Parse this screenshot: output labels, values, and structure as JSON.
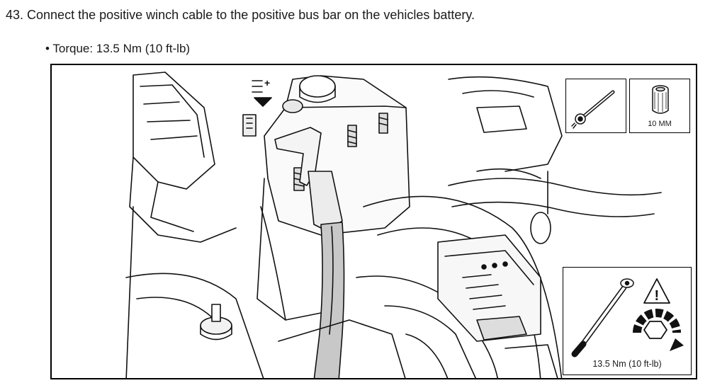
{
  "instruction": {
    "step_text": "43. Connect the positive winch cable to the positive bus bar on the vehicles battery."
  },
  "torque_bullet": {
    "text": "• Torque: 13.5 Nm (10 ft-lb)"
  },
  "figure": {
    "socket_size_label": "10 MM",
    "torque_label": "13.5 Nm (10 ft-lb)",
    "battery_plus_symbol": "+",
    "icons": [
      "ratchet-wrench-icon",
      "socket-icon",
      "torque-wrench-icon",
      "warning-icon",
      "tighten-direction-icon"
    ]
  }
}
